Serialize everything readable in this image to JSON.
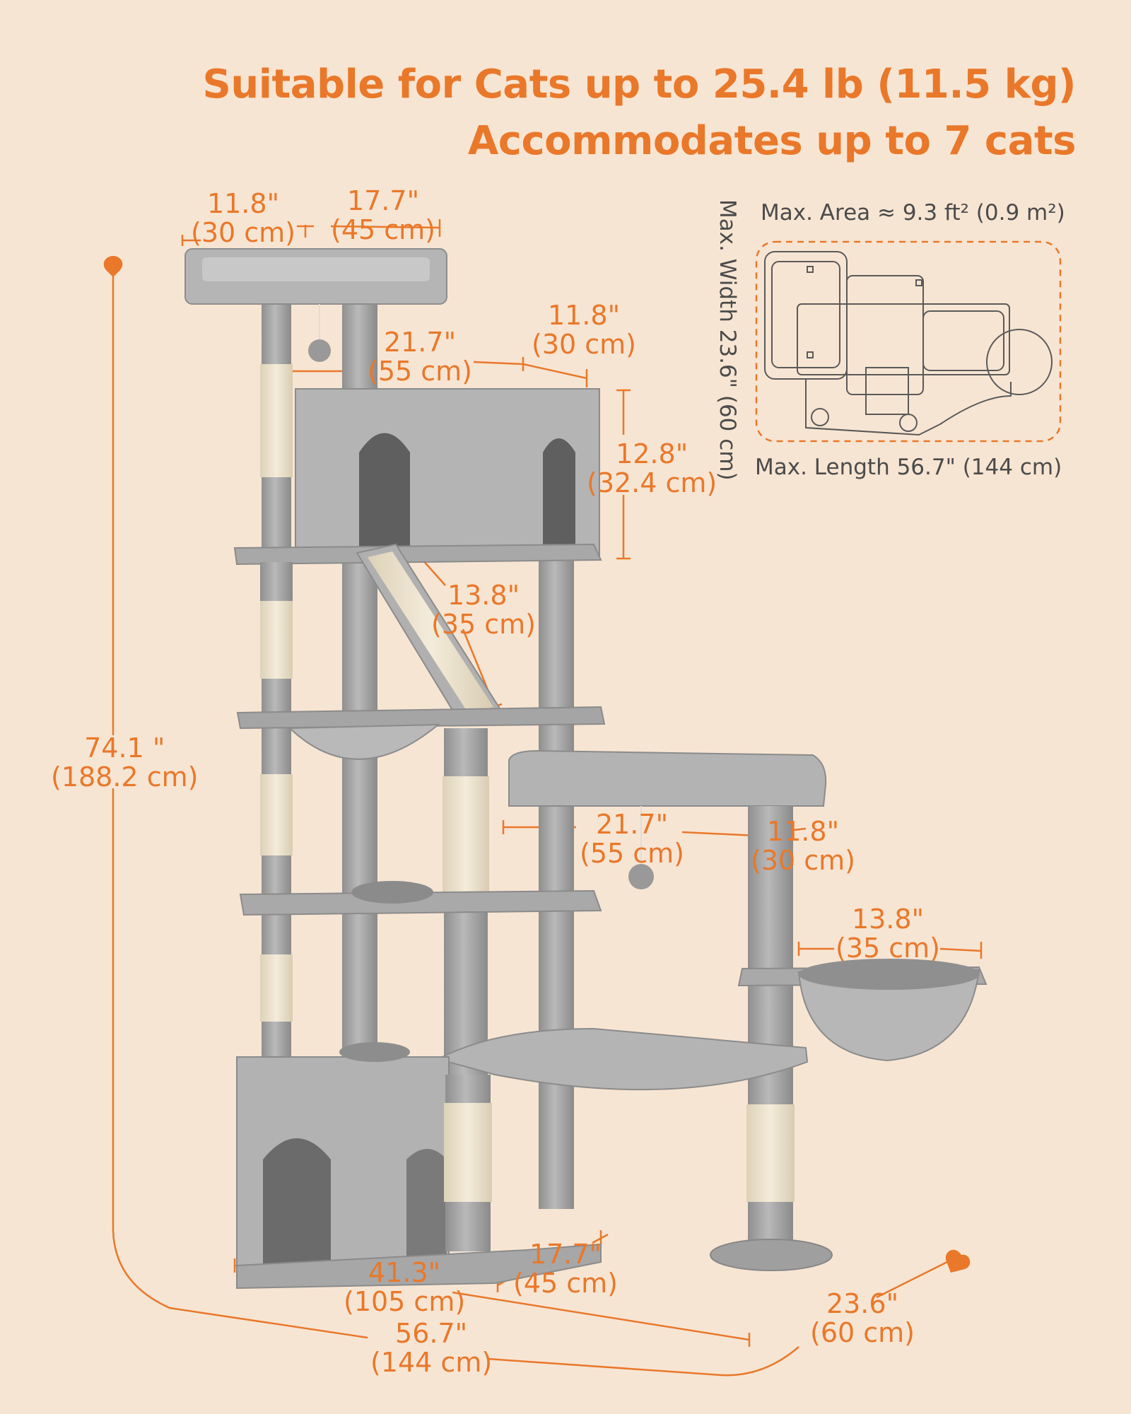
{
  "headline": {
    "line1": "Suitable for Cats up to 25.4 lb (11.5 kg)",
    "line2": "Accommodates up to 7 cats"
  },
  "footprint": {
    "area": "Max. Area ≈ 9.3 ft² (0.9 m²)",
    "width": "Max. Width 23.6\" (60 cm)",
    "length": "Max. Length 56.7\" (144 cm)"
  },
  "dimensions": {
    "top_perch_depth": {
      "imperial": "11.8\"",
      "metric": "(30 cm)"
    },
    "top_perch_width": {
      "imperial": "17.7\"",
      "metric": "(45 cm)"
    },
    "condo_width": {
      "imperial": "21.7\"",
      "metric": "(55 cm)"
    },
    "condo_depth": {
      "imperial": "11.8\"",
      "metric": "(30 cm)"
    },
    "condo_height": {
      "imperial": "12.8\"",
      "metric": "(32.4 cm)"
    },
    "ramp_length": {
      "imperial": "13.8\"",
      "metric": "(35 cm)"
    },
    "total_height": {
      "imperial": "74.1 \"",
      "metric": "(188.2 cm)"
    },
    "side_perch_width": {
      "imperial": "21.7\"",
      "metric": "(55 cm)"
    },
    "side_perch_depth": {
      "imperial": "11.8\"",
      "metric": "(30 cm)"
    },
    "basket_diameter": {
      "imperial": "13.8\"",
      "metric": "(35 cm)"
    },
    "base_width": {
      "imperial": "41.3\"",
      "metric": "(105 cm)"
    },
    "base_depth": {
      "imperial": "17.7\"",
      "metric": "(45 cm)"
    },
    "total_length": {
      "imperial": "56.7\"",
      "metric": "(144 cm)"
    },
    "total_width": {
      "imperial": "23.6\"",
      "metric": "(60 cm)"
    }
  },
  "colors": {
    "background": "#f7e5d3",
    "accent": "#e9782a",
    "plush": "#a9a9a9",
    "sisal": "#eee4cf"
  }
}
